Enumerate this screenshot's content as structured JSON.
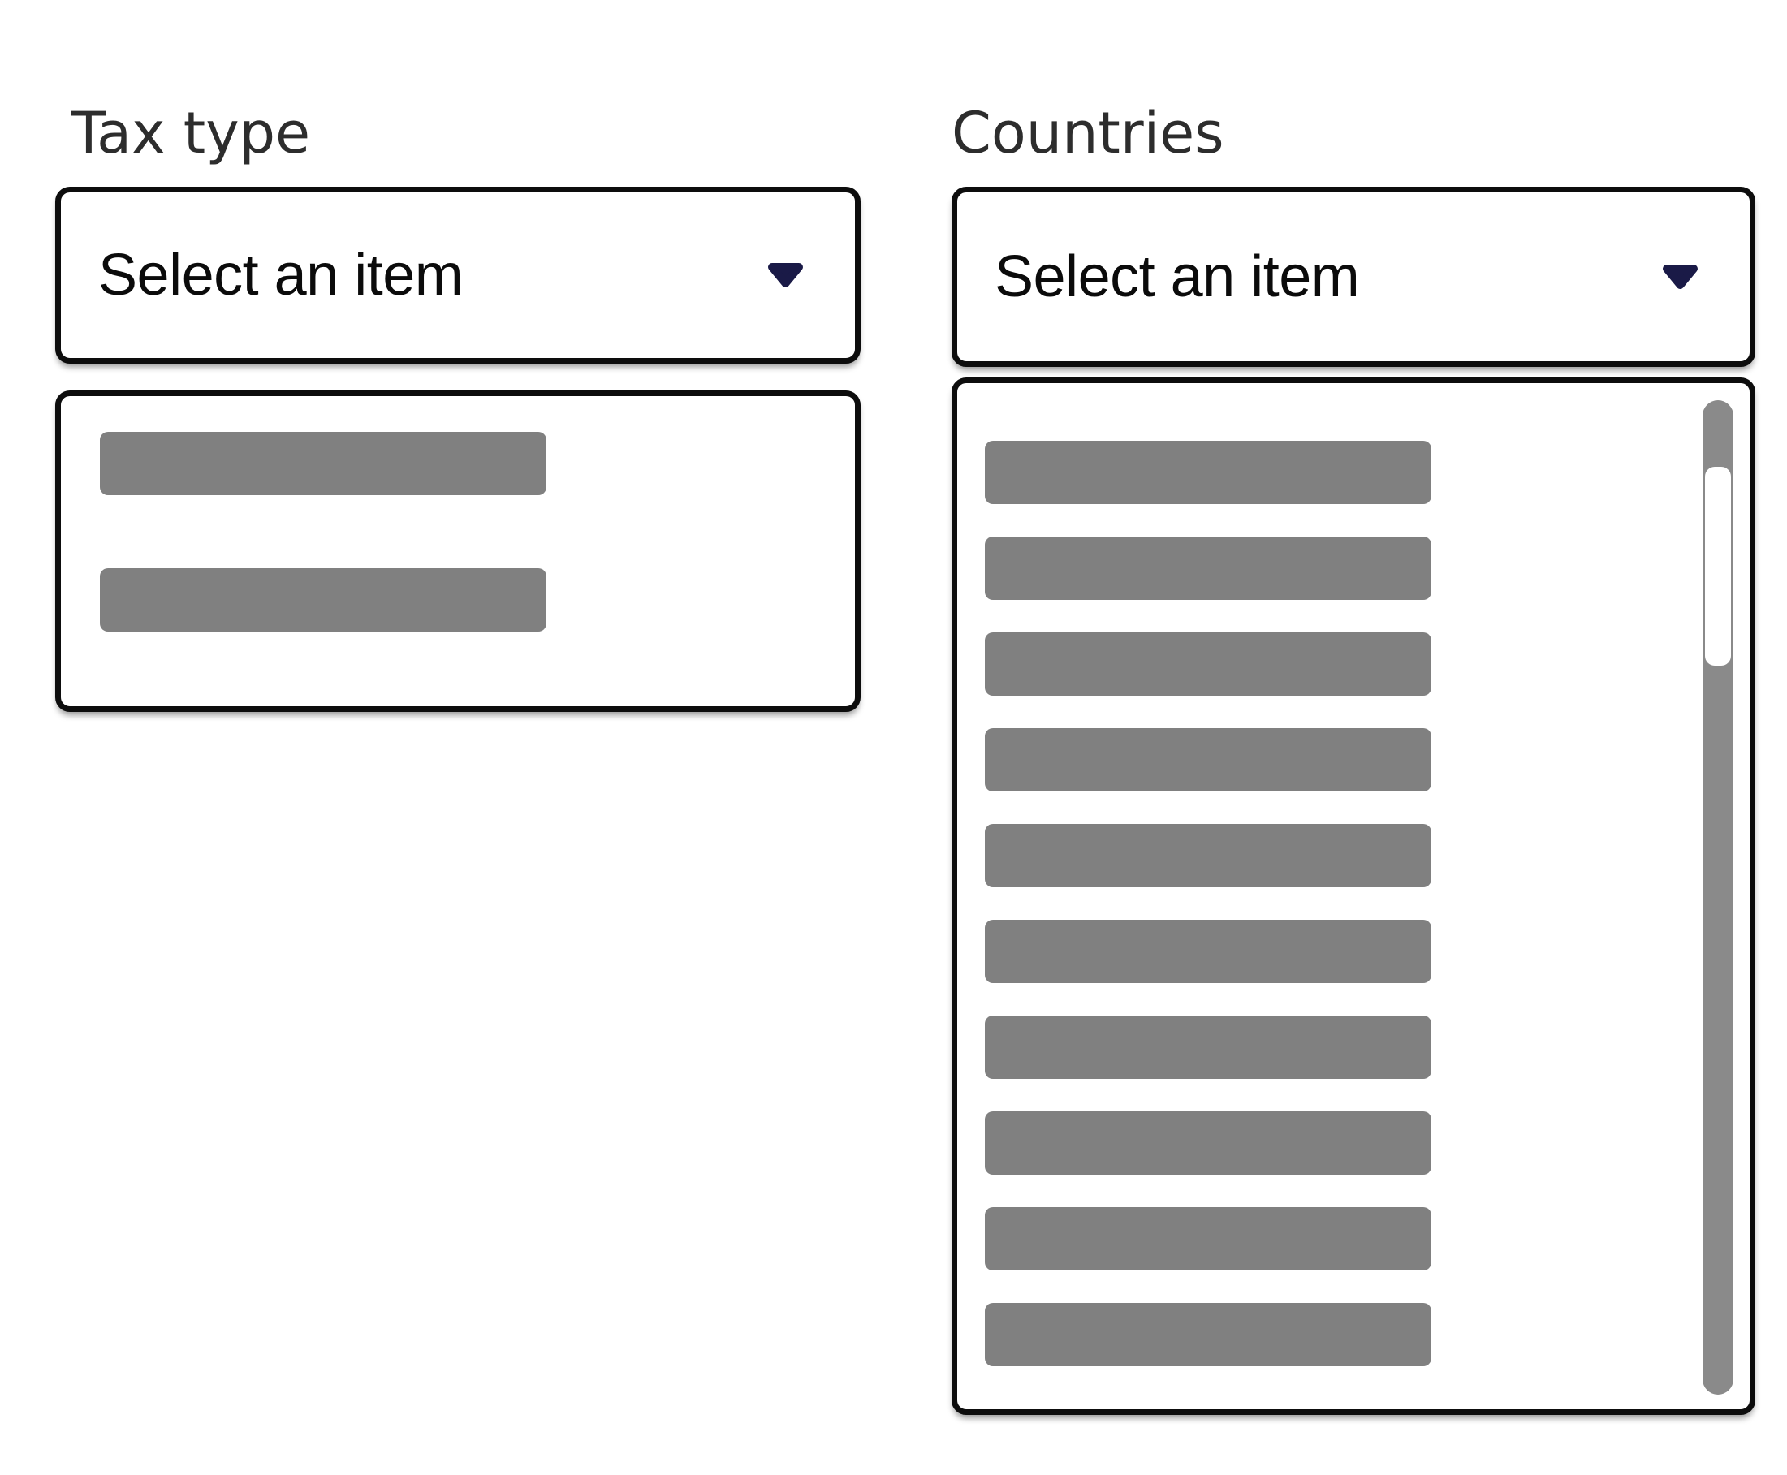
{
  "colors": {
    "border": "#0d0d0d",
    "label_text": "#2d2d2d",
    "value_text": "#0b0b0b",
    "chevron": "#1a1a47",
    "placeholder_bar": "#808080",
    "scrollbar_track": "#8a8a8a",
    "scrollbar_thumb": "#ffffff",
    "background": "#ffffff"
  },
  "tax_type": {
    "label": "Tax type",
    "select": {
      "value": "Select an item",
      "icon": "chevron-down-icon"
    },
    "listbox": {
      "items": [
        {
          "type": "placeholder-bar"
        },
        {
          "type": "placeholder-bar"
        }
      ]
    }
  },
  "countries": {
    "label": "Countries",
    "select": {
      "value": "Select an item",
      "icon": "chevron-down-icon"
    },
    "listbox": {
      "items": [
        {
          "type": "placeholder-bar"
        },
        {
          "type": "placeholder-bar"
        },
        {
          "type": "placeholder-bar"
        },
        {
          "type": "placeholder-bar"
        },
        {
          "type": "placeholder-bar"
        },
        {
          "type": "placeholder-bar"
        },
        {
          "type": "placeholder-bar"
        },
        {
          "type": "placeholder-bar"
        },
        {
          "type": "placeholder-bar"
        },
        {
          "type": "placeholder-bar"
        }
      ],
      "scrollbar": {
        "visible": true,
        "thumb_position": "upper"
      }
    }
  }
}
